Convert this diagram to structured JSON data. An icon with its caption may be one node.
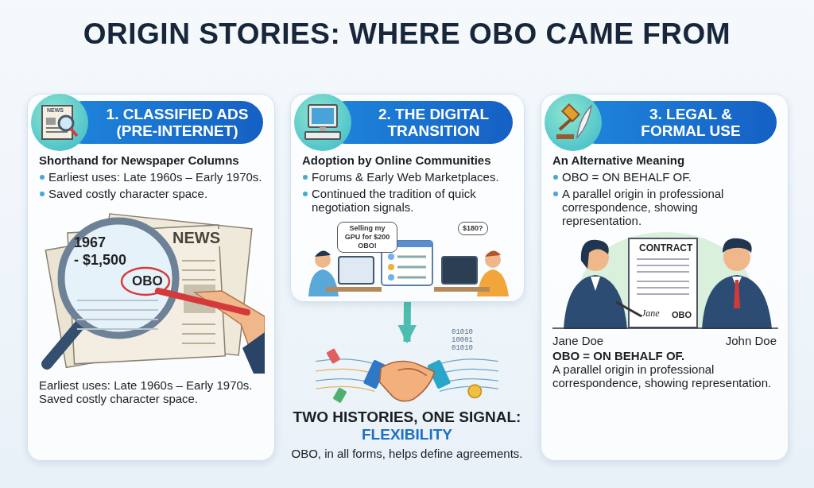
{
  "diagram": {
    "title": "ORIGIN STORIES: WHERE OBO CAME FROM",
    "nodes": [
      {
        "text": [
          "1. CLASSIFIED ADS (PRE-INTERNET)",
          "Shorthand for Newspaper Columns",
          "Earliest uses: Late 1960s – Early 1970s.",
          "Saved costly character space.",
          "Earliest uses: Late 1960s – Early 1970s. Saved costly character space."
        ]
      },
      {
        "text": [
          "2. THE DIGITAL TRANSITION",
          "Adoption by Online Communities",
          "Forums & Early Web Marketplaces.",
          "Continued the tradition of quick negotiation signals."
        ]
      },
      {
        "text": [
          "3. LEGAL & FORMAL USE",
          "An Alternative Meaning",
          "OBO = ON BEHALF OF.",
          "A parallel origin in professional correspondence, showing representation.",
          "Jane Doe",
          "John Doe",
          "OBO = ON BEHALF OF.",
          "A parallel origin in professional correspondence, showing representation."
        ]
      },
      {
        "text": [],
        "shape": "picture"
      },
      {
        "text": [
          "TWO HISTORIES, ONE SIGNAL:",
          "FLEXIBILITY",
          "OBO, in all forms, helps define agreements."
        ]
      }
    ],
    "edges": [
      {
        "from": 1,
        "to": 3,
        "arrow": "to"
      }
    ],
    "labels": [
      "NEWS",
      "NEWS",
      "1967",
      "- $1,500",
      "OBO",
      "Selling my GPU for $200 OBO!",
      "$180?",
      "CONTRACT",
      "Jane",
      "OBO",
      "01010 10001 01010"
    ]
  }
}
